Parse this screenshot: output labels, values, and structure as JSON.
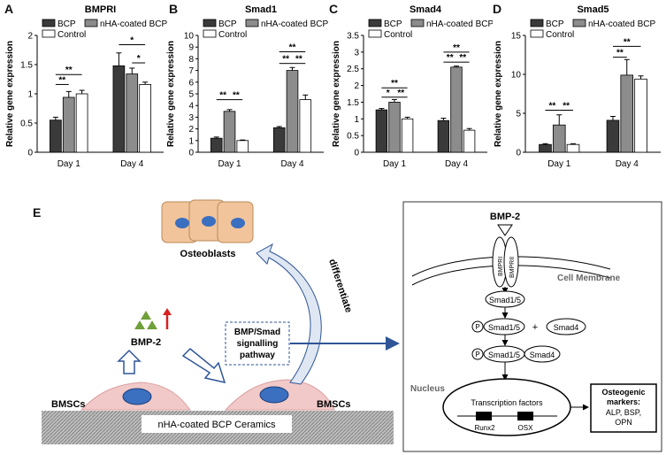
{
  "panel_letters": [
    "A",
    "B",
    "C",
    "D",
    "E"
  ],
  "legend": [
    {
      "label": "BCP",
      "color": "#3a3a3a"
    },
    {
      "label": "nHA-coated BCP",
      "color": "#8c8c8c"
    },
    {
      "label": "Control",
      "color": "#ffffff"
    }
  ],
  "chart_data": [
    {
      "type": "bar",
      "title": "BMPRI",
      "ylabel": "Relative gene expression",
      "categories": [
        "Day 1",
        "Day 4"
      ],
      "ylim": [
        0,
        2
      ],
      "yticks": [
        "0",
        "0.5",
        "1",
        "1.5",
        "2"
      ],
      "series": [
        {
          "name": "BCP",
          "values": [
            0.55,
            1.48
          ],
          "errors": [
            0.05,
            0.22
          ]
        },
        {
          "name": "nHA-coated BCP",
          "values": [
            0.94,
            1.34
          ],
          "errors": [
            0.1,
            0.1
          ]
        },
        {
          "name": "Control",
          "values": [
            1.0,
            1.16
          ],
          "errors": [
            0.06,
            0.04
          ]
        }
      ],
      "annotations": [
        {
          "label": "**",
          "from": [
            0,
            0
          ],
          "to": [
            0,
            1
          ],
          "level": 1.16
        },
        {
          "label": "**",
          "from": [
            0,
            0
          ],
          "to": [
            0,
            2
          ],
          "level": 1.33
        },
        {
          "label": "*",
          "from": [
            1,
            0
          ],
          "to": [
            1,
            2
          ],
          "level": 1.84
        },
        {
          "label": "*",
          "from": [
            1,
            1
          ],
          "to": [
            1,
            2
          ],
          "level": 1.53
        }
      ]
    },
    {
      "type": "bar",
      "title": "Smad1",
      "ylabel": "Relative gene expression",
      "categories": [
        "Day 1",
        "Day 4"
      ],
      "ylim": [
        0,
        10
      ],
      "yticks": [
        "0",
        "1",
        "2",
        "3",
        "4",
        "5",
        "6",
        "7",
        "8",
        "9",
        "10"
      ],
      "series": [
        {
          "name": "BCP",
          "values": [
            1.2,
            2.1
          ],
          "errors": [
            0.1,
            0.1
          ]
        },
        {
          "name": "nHA-coated BCP",
          "values": [
            3.5,
            7.0
          ],
          "errors": [
            0.15,
            0.25
          ]
        },
        {
          "name": "Control",
          "values": [
            1.0,
            4.5
          ],
          "errors": [
            0.05,
            0.4
          ]
        }
      ],
      "annotations": [
        {
          "label": "**",
          "from": [
            0,
            0
          ],
          "to": [
            0,
            1
          ],
          "level": 4.5
        },
        {
          "label": "**",
          "from": [
            0,
            1
          ],
          "to": [
            0,
            2
          ],
          "level": 4.5
        },
        {
          "label": "**",
          "from": [
            1,
            0
          ],
          "to": [
            1,
            1
          ],
          "level": 7.6
        },
        {
          "label": "**",
          "from": [
            1,
            1
          ],
          "to": [
            1,
            2
          ],
          "level": 7.6
        },
        {
          "label": "**",
          "from": [
            1,
            0
          ],
          "to": [
            1,
            2
          ],
          "level": 8.6
        }
      ]
    },
    {
      "type": "bar",
      "title": "Smad4",
      "ylabel": "Relative gene expression",
      "categories": [
        "Day 1",
        "Day 4"
      ],
      "ylim": [
        0,
        3.5
      ],
      "yticks": [
        "0",
        "0.5",
        "1",
        "1.5",
        "2",
        "2.5",
        "3",
        "3.5"
      ],
      "series": [
        {
          "name": "BCP",
          "values": [
            1.27,
            0.95
          ],
          "errors": [
            0.04,
            0.07
          ]
        },
        {
          "name": "nHA-coated BCP",
          "values": [
            1.5,
            2.55
          ],
          "errors": [
            0.08,
            0.03
          ]
        },
        {
          "name": "Control",
          "values": [
            1.0,
            0.66
          ],
          "errors": [
            0.05,
            0.05
          ]
        }
      ],
      "annotations": [
        {
          "label": "*",
          "from": [
            0,
            0
          ],
          "to": [
            0,
            1
          ],
          "level": 1.65
        },
        {
          "label": "**",
          "from": [
            0,
            1
          ],
          "to": [
            0,
            2
          ],
          "level": 1.65
        },
        {
          "label": "**",
          "from": [
            0,
            0
          ],
          "to": [
            0,
            2
          ],
          "level": 1.93
        },
        {
          "label": "**",
          "from": [
            1,
            0
          ],
          "to": [
            1,
            1
          ],
          "level": 2.7
        },
        {
          "label": "**",
          "from": [
            1,
            1
          ],
          "to": [
            1,
            2
          ],
          "level": 2.7
        },
        {
          "label": "**",
          "from": [
            1,
            0
          ],
          "to": [
            1,
            2
          ],
          "level": 3.0
        }
      ]
    },
    {
      "type": "bar",
      "title": "Smad5",
      "ylabel": "Relative gene expression",
      "categories": [
        "Day 1",
        "Day 4"
      ],
      "ylim": [
        0,
        15
      ],
      "yticks": [
        "0",
        "5",
        "10",
        "15"
      ],
      "series": [
        {
          "name": "BCP",
          "values": [
            1.0,
            4.1
          ],
          "errors": [
            0.1,
            0.5
          ]
        },
        {
          "name": "nHA-coated BCP",
          "values": [
            3.5,
            9.9
          ],
          "errors": [
            1.3,
            2.0
          ]
        },
        {
          "name": "Control",
          "values": [
            1.0,
            9.4
          ],
          "errors": [
            0.1,
            0.4
          ]
        }
      ],
      "annotations": [
        {
          "label": "**",
          "from": [
            0,
            0
          ],
          "to": [
            0,
            1
          ],
          "level": 5.4
        },
        {
          "label": "**",
          "from": [
            0,
            1
          ],
          "to": [
            0,
            2
          ],
          "level": 5.4
        },
        {
          "label": "**",
          "from": [
            1,
            0
          ],
          "to": [
            1,
            1
          ],
          "level": 12.2
        },
        {
          "label": "**",
          "from": [
            1,
            0
          ],
          "to": [
            1,
            2
          ],
          "level": 13.6
        }
      ]
    }
  ],
  "diagram": {
    "osteoblasts": "Osteoblasts",
    "bmp2_left": "BMP-2",
    "pathway_lines": [
      "BMP/Smad",
      "signalling",
      "pathway"
    ],
    "differentiate": "differentiate",
    "bmsc_left": "BMSCs",
    "bmsc_right": "BMSCs",
    "ceramics": "nHA-coated BCP Ceramics",
    "bmp2_box": "BMP-2",
    "receptor1": "BMPRI",
    "receptor2": "BMPRII",
    "cell_membrane": "Cell Membrane",
    "smad15": "Smad1/5",
    "smad15_p1": "Smad1/5",
    "plus": "+",
    "smad4": "Smad4",
    "smad15_p2": "Smad1/5",
    "smad4_b": "Smad4",
    "p_label": "P",
    "nucleus": "Nucleus",
    "tf": "Transcription factors",
    "runx2": "Runx2",
    "osx": "OSX",
    "markers_title_lines": [
      "Osteogenic",
      "markers:"
    ],
    "markers_lines": [
      "ALP, BSP,",
      "OPN"
    ]
  },
  "colors": {
    "dark": "#3a3a3a",
    "mid": "#8c8c8c",
    "light": "#ffffff",
    "arrow_blue": "#2f5597",
    "red": "#d62020",
    "green": "#70a03a",
    "cell_pink": "#f2c9c9",
    "nucleus_blue": "#3b6fc0",
    "osteo_orange": "#f2c49b"
  }
}
